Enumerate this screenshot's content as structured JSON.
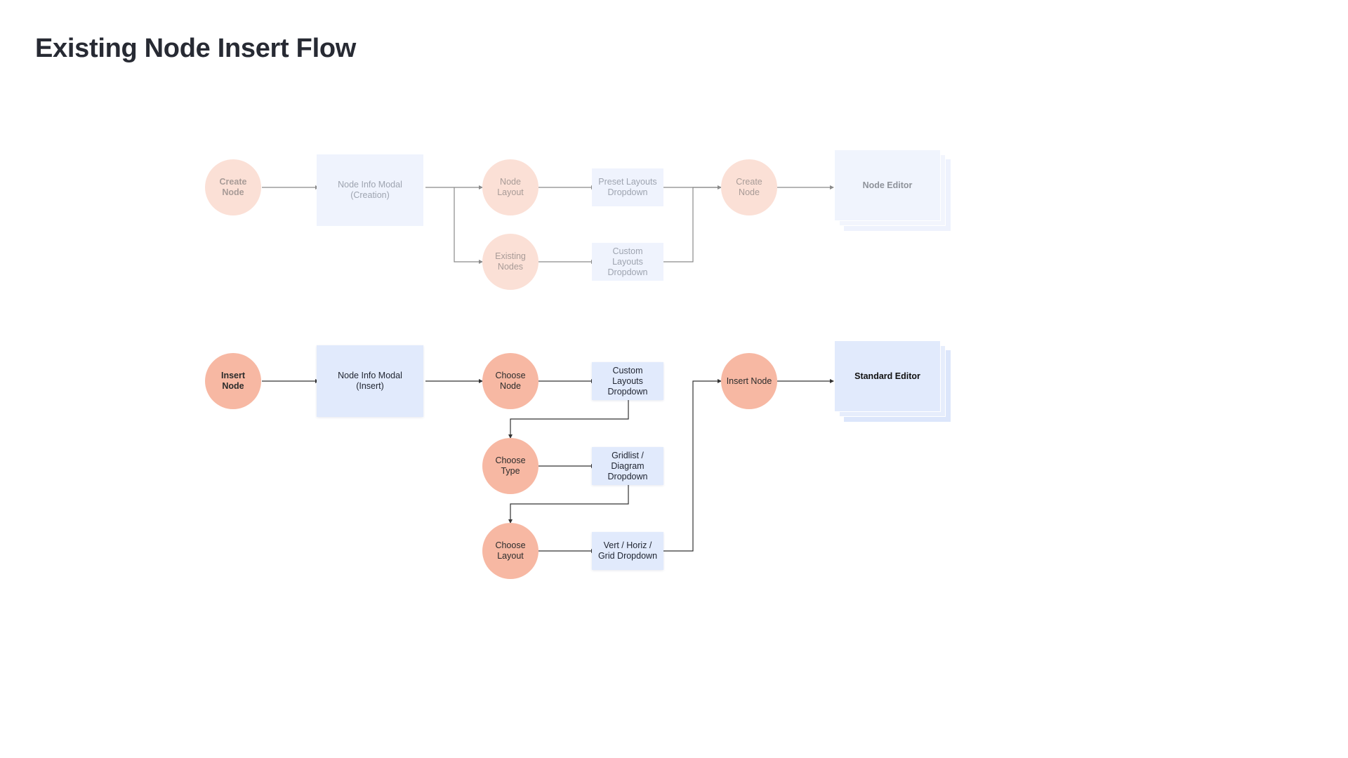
{
  "page": {
    "title": "Existing Node Insert Flow"
  },
  "creation_flow": {
    "create_node": "Create\nNode",
    "node_info_modal": "Node Info Modal\n(Creation)",
    "node_layout": "Node\nLayout",
    "existing_nodes": "Existing\nNodes",
    "preset_layouts_dropdown": "Preset Layouts\nDropdown",
    "custom_layouts_dropdown": "Custom\nLayouts\nDropdown",
    "create_node_final": "Create\nNode",
    "node_editor": "Node Editor"
  },
  "insert_flow": {
    "insert_node": "Insert\nNode",
    "node_info_modal": "Node Info Modal\n(Insert)",
    "choose_node": "Choose\nNode",
    "custom_layouts_dropdown": "Custom\nLayouts\nDropdown",
    "choose_type": "Choose\nType",
    "gridlist_diagram_dropdown": "Gridlist /\nDiagram\nDropdown",
    "choose_layout": "Choose\nLayout",
    "vert_horiz_grid_dropdown": "Vert / Horiz /\nGrid Dropdown",
    "insert_node_final": "Insert Node",
    "standard_editor": "Standard Editor"
  },
  "colors": {
    "circle": "#f7b8a3",
    "circle_faded": "#fbe0d6",
    "box": "#e1eafc",
    "box_faded": "#eff3fd",
    "line": "#333333",
    "line_faded": "#8a8a8a"
  }
}
